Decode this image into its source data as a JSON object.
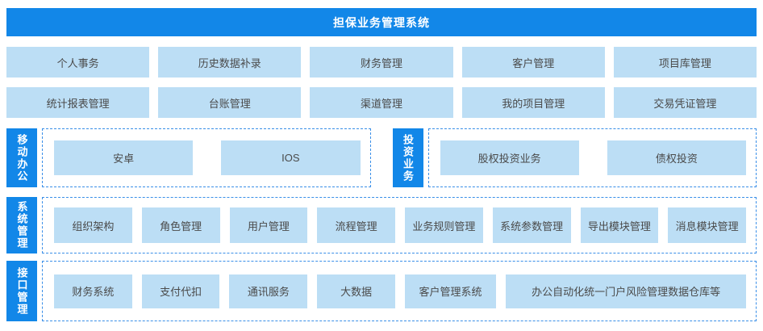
{
  "title": "担保业务管理系统",
  "module_rows": [
    {
      "items": [
        "个人事务",
        "历史数据补录",
        "财务管理",
        "客户管理",
        "项目库管理"
      ]
    },
    {
      "items": [
        "统计报表管理",
        "台账管理",
        "渠道管理",
        "我的项目管理",
        "交易凭证管理"
      ]
    }
  ],
  "sections": [
    {
      "label": "移动办公",
      "items": [
        "安卓",
        "IOS"
      ]
    },
    {
      "label": "投资业务",
      "items": [
        "股权投资业务",
        "债权投资"
      ]
    },
    {
      "label": "系统管理",
      "items": [
        "组织架构",
        "角色管理",
        "用户管理",
        "流程管理",
        "业务规则管理",
        "系统参数管理",
        "导出模块管理",
        "消息模块管理"
      ]
    },
    {
      "label": "接口管理",
      "items": [
        "财务系统",
        "支付代扣",
        "通讯服务",
        "大数据",
        "客户管理系统",
        "办公自动化统一门户风险管理数据仓库等"
      ]
    }
  ],
  "colors": {
    "primary_blue": "#1287E8",
    "tile_blue": "#BCDEF5",
    "dashed_border": "#3A8FE8",
    "tile_text": "#4A4A4A",
    "header_text": "#FFFFFF"
  }
}
